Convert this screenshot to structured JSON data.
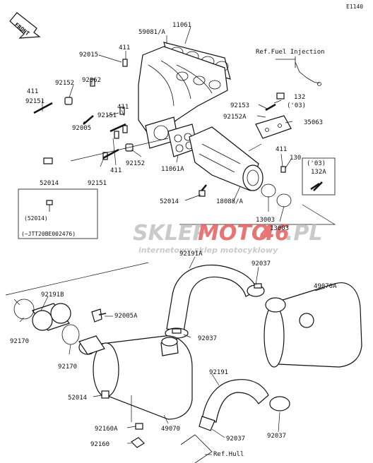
{
  "diagram_code": "E1140",
  "front_label": "FRONT",
  "watermark": {
    "brand_a": "SKLEP",
    "brand_b": "MOTO",
    "brand_c": "46",
    "brand_d": ".PL",
    "tagline": "internetowy sklep motocyklowy",
    "color_gray": "#b9b9b9",
    "color_red": "#e04848"
  },
  "refs": {
    "fuel_injection": "Ref.Fuel Injection",
    "hull": "Ref.Hull"
  },
  "serial_note": {
    "part": "(52014)",
    "range": "(~JTT20BE002476)"
  },
  "parts": {
    "p11061": "11061",
    "p59081a": "59081/A",
    "p411_a": "411",
    "p92015": "92015",
    "p92062": "92062",
    "p92152_a": "92152",
    "p411_b": "411",
    "p92151_a": "92151",
    "p92151_b": "92151",
    "p411_c": "411",
    "p92005": "92005",
    "p52014_a": "52014",
    "p92151_c": "92151",
    "p411_d": "411",
    "p92152_b": "92152",
    "p11061a": "11061A",
    "p92153": "92153",
    "p132": "132",
    "p03_a": "('03)",
    "p92152a": "92152A",
    "p35063": "35063",
    "p411_e": "411",
    "p130": "130",
    "p03_b": "('03)",
    "p132a": "132A",
    "p52014_b": "52014",
    "p18088a": "18088/A",
    "p13003_a": "13003",
    "p13003_b": "13003",
    "p92191a": "92191A",
    "p92037_a": "92037",
    "p49070a": "49070A",
    "p92191b": "92191B",
    "p92005a": "92005A",
    "p92170_a": "92170",
    "p92037_b": "92037",
    "p92170_b": "92170",
    "p92191": "92191",
    "p52014_c": "52014",
    "p92160a": "92160A",
    "p49070": "49070",
    "p92037_c": "92037",
    "p92037_d": "92037",
    "p92160": "92160"
  }
}
